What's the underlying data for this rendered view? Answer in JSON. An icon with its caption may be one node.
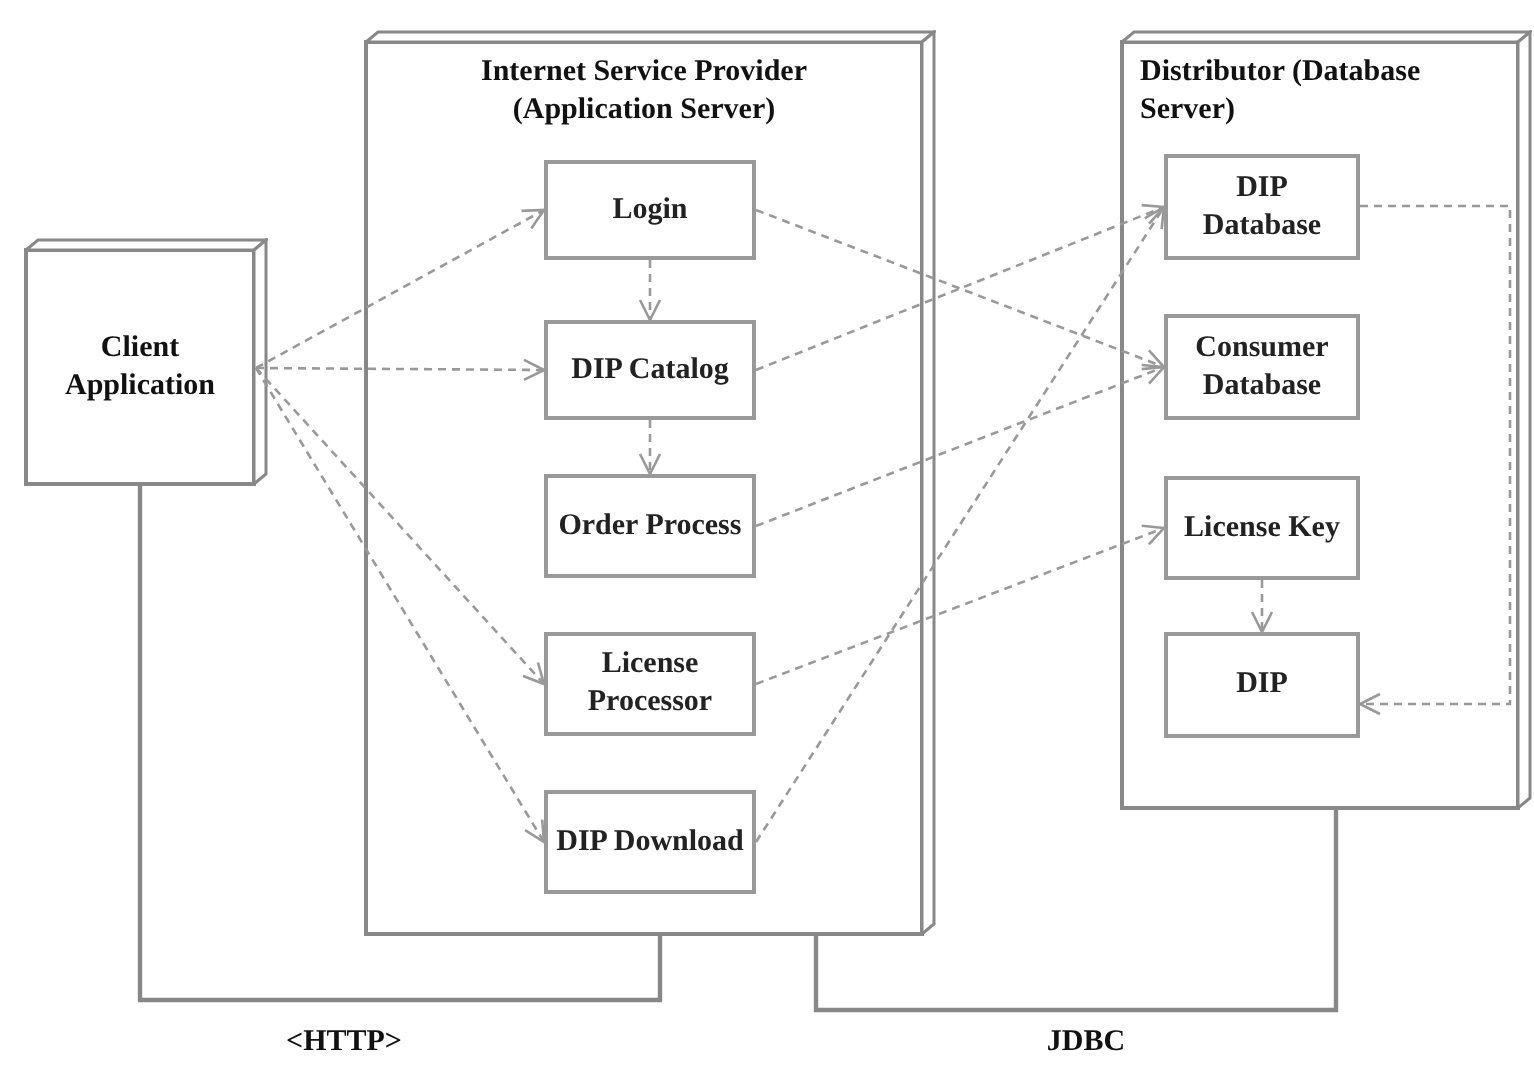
{
  "diagram": {
    "nodes": [
      {
        "text": [
          "Client Application"
        ]
      },
      {
        "text": [
          "Internet Service Provider (Application Server)"
        ]
      },
      {
        "text": [
          "Login"
        ],
        "in": 1
      },
      {
        "text": [
          "DIP Catalog"
        ],
        "in": 1
      },
      {
        "text": [
          "Order Process"
        ],
        "in": 1
      },
      {
        "text": [
          "License Processor"
        ],
        "in": 1
      },
      {
        "text": [
          "DIP Download"
        ],
        "in": 1
      },
      {
        "text": [
          "Distributor (Database Server)"
        ]
      },
      {
        "text": [
          "DIP Database"
        ],
        "in": 7
      },
      {
        "text": [
          "Consumer Database"
        ],
        "in": 7
      },
      {
        "text": [
          "License Key"
        ],
        "in": 7
      },
      {
        "text": [
          "DIP"
        ],
        "in": 7
      }
    ],
    "edges": [
      {
        "from": 0,
        "to": 2,
        "arrow": "to",
        "style": "dashed"
      },
      {
        "from": 0,
        "to": 3,
        "arrow": "to",
        "style": "dashed"
      },
      {
        "from": 0,
        "to": 5,
        "arrow": "to",
        "style": "dashed"
      },
      {
        "from": 0,
        "to": 6,
        "arrow": "to",
        "style": "dashed"
      },
      {
        "from": 2,
        "to": 3,
        "arrow": "to",
        "style": "dashed"
      },
      {
        "from": 3,
        "to": 4,
        "arrow": "to",
        "style": "dashed"
      },
      {
        "from": 2,
        "to": 9,
        "arrow": "to",
        "style": "dashed"
      },
      {
        "from": 3,
        "to": 8,
        "arrow": "to",
        "style": "dashed"
      },
      {
        "from": 4,
        "to": 9,
        "arrow": "to",
        "style": "dashed"
      },
      {
        "from": 5,
        "to": 10,
        "arrow": "to",
        "style": "dashed"
      },
      {
        "from": 6,
        "to": 8,
        "arrow": "to",
        "style": "dashed"
      },
      {
        "from": 10,
        "to": 11,
        "arrow": "to",
        "style": "dashed"
      },
      {
        "from": 8,
        "to": 11,
        "arrow": "to",
        "style": "dashed"
      },
      {
        "from": 0,
        "to": 1,
        "arrow": "none",
        "label": "<HTTP>"
      },
      {
        "from": 1,
        "to": 7,
        "arrow": "none",
        "label": "JDBC"
      }
    ]
  }
}
